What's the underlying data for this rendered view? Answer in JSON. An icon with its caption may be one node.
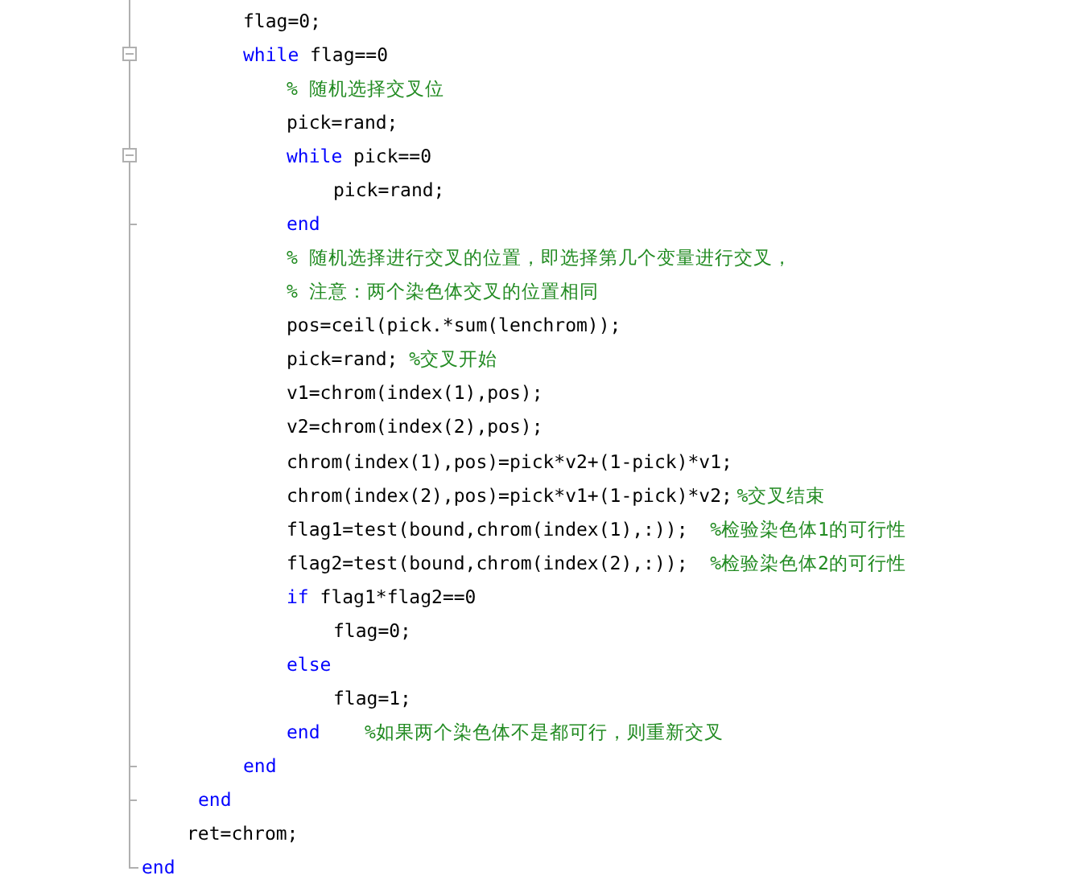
{
  "diagram": {
    "labels": [
      "flag=0;",
      "while",
      "flag==0",
      "% 随机选择交叉位",
      "pick=rand;",
      "while",
      "pick==0",
      "pick=rand;",
      "end",
      "% 随机选择进行交叉的位置，即选择第几个变量进行交叉，",
      "% 注意：两个染色体交叉的位置相同",
      "pos=ceil(pick.*sum(lenchrom));",
      "pick=rand;",
      "%交叉开始",
      "v1=chrom(index(1),pos);",
      "v2=chrom(index(2),pos);",
      "chrom(index(1),pos)=pick*v2+(1-pick)*v1;",
      "chrom(index(2),pos)=pick*v1+(1-pick)*v2;",
      "%交叉结束",
      "flag1=test(bound,chrom(index(1),:));",
      "%检验染色体1的可行性",
      "flag2=test(bound,chrom(index(2),:));",
      "%检验染色体2的可行性",
      "if",
      "flag1*flag2==0",
      "flag=0;",
      "else",
      "flag=1;",
      "end",
      "%如果两个染色体不是都可行，则重新交叉",
      "end",
      "end",
      "ret=chrom;",
      "end"
    ]
  }
}
